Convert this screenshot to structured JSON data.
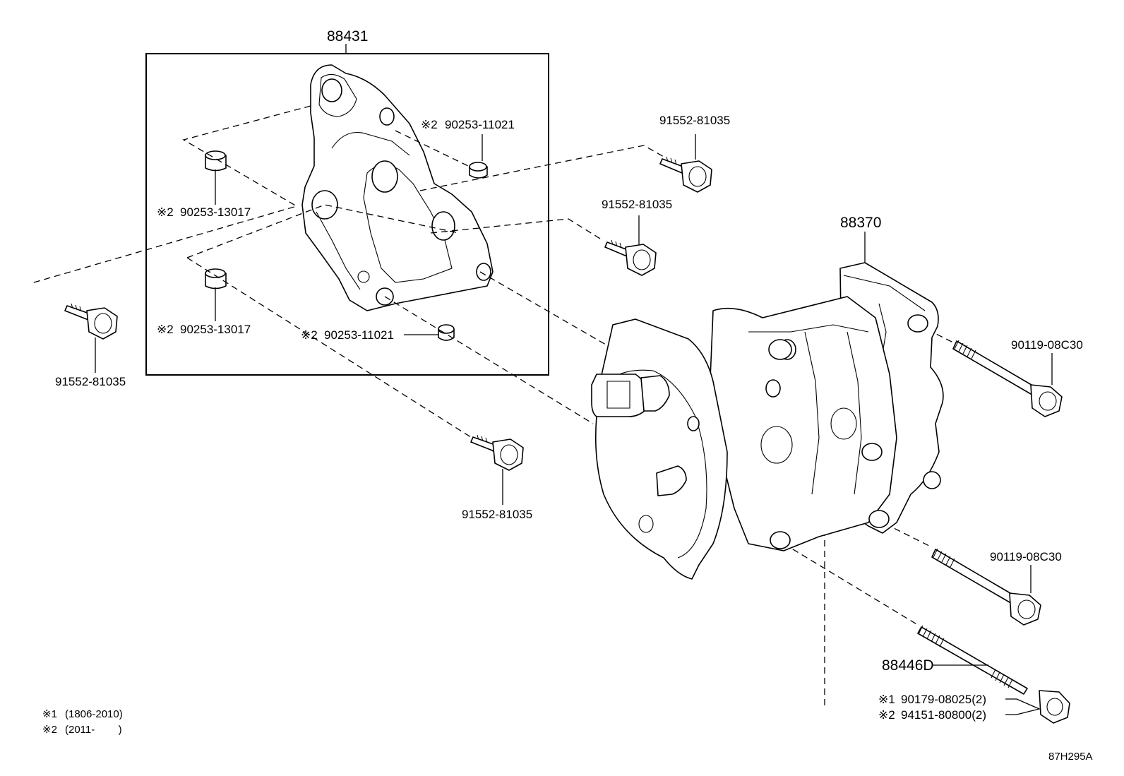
{
  "labels": {
    "bracket_assembly": "88431",
    "compressor": "88370",
    "stud": "88446D",
    "bolt_top_right": "91552-81035",
    "bolt_middle": "91552-81035",
    "bolt_left": "91552-81035",
    "bolt_bottom": "91552-81035",
    "collar_top_right": "90253-11021",
    "collar_top_right_mark": "※2",
    "collar_bottom_right": "90253-11021",
    "collar_bottom_right_mark": "※2",
    "collar_upper_left": "90253-13017",
    "collar_upper_left_mark": "※2",
    "collar_lower_left": "90253-13017",
    "collar_lower_left_mark": "※2",
    "long_bolt_upper": "90119-08C30",
    "long_bolt_lower": "90119-08C30",
    "nut_option1": "90179-08025(2)",
    "nut_option1_mark": "※1",
    "nut_option2": "94151-80800(2)",
    "nut_option2_mark": "※2",
    "diagram_code": "87H295A"
  },
  "footnotes": {
    "note1_mark": "※1",
    "note1_text": "(1806-2010)",
    "note2_mark": "※2",
    "note2_text": "(2011-        )"
  }
}
